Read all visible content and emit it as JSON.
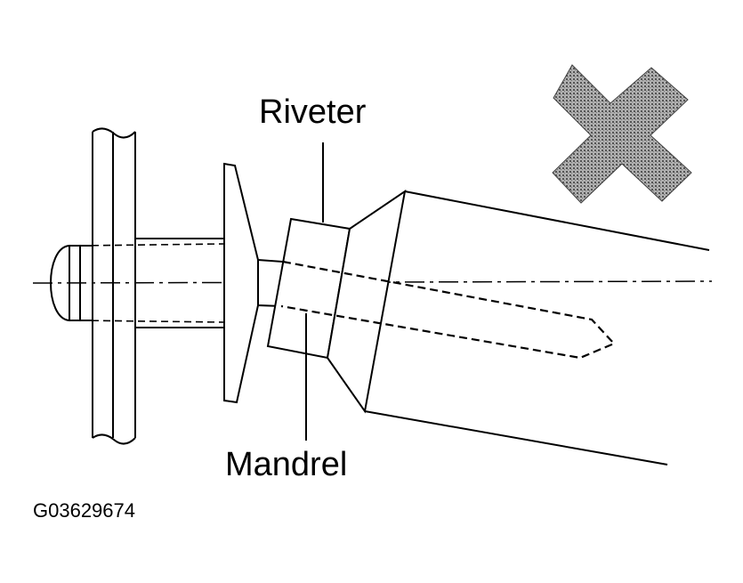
{
  "labels": {
    "riveter": "Riveter",
    "mandrel": "Mandrel",
    "figure_code": "G03629674"
  },
  "colors": {
    "ink": "#000000",
    "x_mark": "#8c8c8c",
    "background": "#ffffff"
  },
  "icons": {
    "incorrect_mark": "x-mark-icon"
  }
}
